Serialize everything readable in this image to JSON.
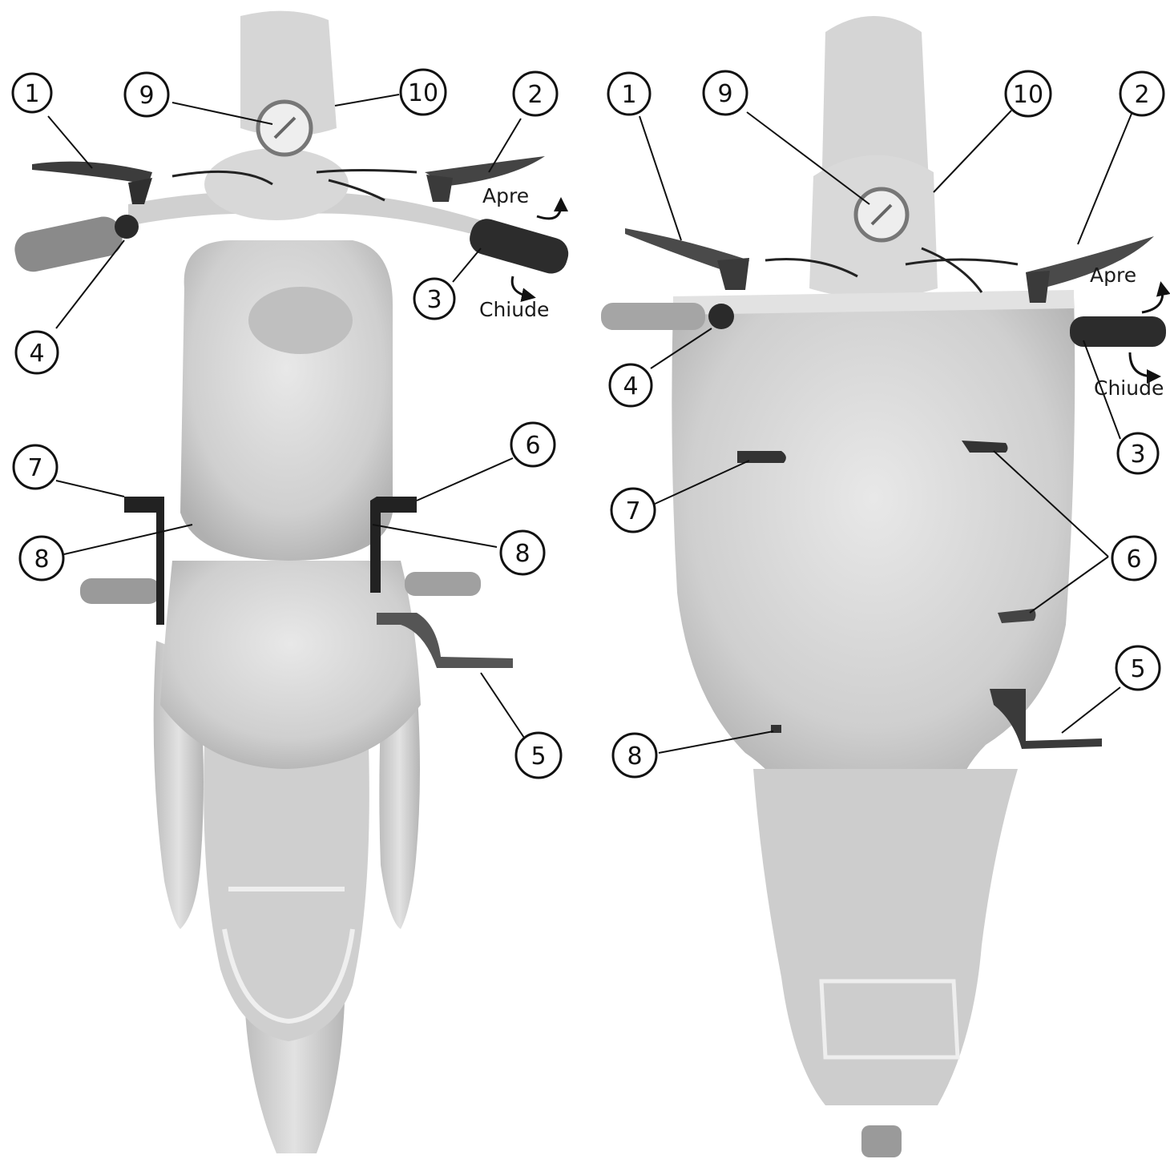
{
  "colors": {
    "body_light": "#dcdcdc",
    "body_mid": "#c4c4c4",
    "body_shadow": "#a9a9a9",
    "dark_part": "#333333",
    "grip": "#8e8e8e",
    "ink": "#111111"
  },
  "left_view": {
    "callouts": {
      "c1": "1",
      "c2": "2",
      "c3": "3",
      "c4": "4",
      "c5": "5",
      "c6": "6",
      "c7": "7",
      "c8a": "8",
      "c8b": "8",
      "c9": "9",
      "c10": "10"
    },
    "throttle_open": "Apre",
    "throttle_close": "Chiude"
  },
  "right_view": {
    "callouts": {
      "c1": "1",
      "c2": "2",
      "c3": "3",
      "c4": "4",
      "c5": "5",
      "c6": "6",
      "c7": "7",
      "c8": "8",
      "c9": "9",
      "c10": "10"
    },
    "throttle_open": "Apre",
    "throttle_close": "Chiude"
  },
  "icons": {
    "rotation_arrow": "curved-arrow-icon"
  }
}
